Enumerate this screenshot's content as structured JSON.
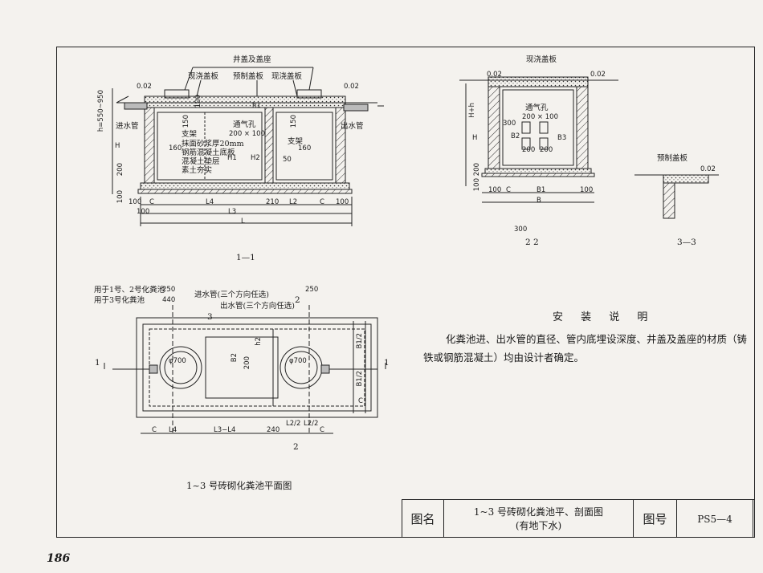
{
  "section_1_1": {
    "caption": "1—1",
    "labels": {
      "cover_seat": "井盖及盖座",
      "cast_slab_left": "现浇盖板",
      "precast_slab": "预制盖板",
      "cast_slab_right": "现浇盖板",
      "inlet_pipe": "进水管",
      "outlet_pipe": "出水管",
      "vent_hole": "通气孔",
      "vent_size": "200 × 100",
      "bracket_left": "支架",
      "bracket_right": "支架",
      "layer_mortar": "抹面砂浆厚20mm",
      "layer_rc_slab": "钢筋混凝土底板",
      "layer_concrete": "混凝土垫层",
      "layer_soil": "素土夯实",
      "slope_left": "0.02",
      "slope_right": "0.02",
      "depth": "h=550~950"
    },
    "dims": {
      "d100a": "100",
      "d150a": "150",
      "d160a": "160",
      "d200": "200",
      "d100b": "100",
      "dH": "H",
      "dh1": "h1",
      "dH1": "H1",
      "dH2": "H2",
      "d150b": "150",
      "d160b": "160",
      "d50": "50",
      "d100c": "100",
      "dC1": "C",
      "dL4": "L4",
      "d210": "210",
      "dL2": "L2",
      "dC2": "C",
      "d100d": "100",
      "dL3": "L3",
      "dL": "L",
      "d100e": "100"
    }
  },
  "section_2_2": {
    "caption": "2    2",
    "labels": {
      "cast_slab": "现浇盖板",
      "vent_hole": "通气孔",
      "vent_size": "200 × 100",
      "slope_left": "0.02",
      "slope_right": "0.02",
      "d300": "300",
      "d200a": "200",
      "d200b": "200",
      "d300b": "300"
    },
    "dims": {
      "dHh": "H+h",
      "dH": "H",
      "dB1": "B1",
      "dB": "B",
      "dC": "C",
      "d100a": "100",
      "d100b": "100",
      "d100c": "100",
      "d200": "200",
      "dB2": "B2",
      "dB3": "B3"
    }
  },
  "section_3_3": {
    "caption": "3—3",
    "labels": {
      "precast_slab": "预制盖板",
      "slope": "0.02"
    }
  },
  "plan_view": {
    "caption": "1~3 号砖砌化粪池平面图",
    "labels": {
      "note_1_2": "用于1号、2号化粪池",
      "note_3": "用于3号化粪池",
      "inlet_pipe": "进水管(三个方向任选)",
      "outlet_pipe": "出水管(三个方向任选)",
      "manhole_left": "φ700",
      "manhole_right": "φ700",
      "sec1_left": "1",
      "sec1_right": "1",
      "sec2_top": "2",
      "sec2_bottom": "2",
      "sec3": "3"
    },
    "dims": {
      "d250a": "250",
      "d440": "440",
      "d250b": "250",
      "dC1": "C",
      "dL4": "L4",
      "dL3L4": "L3−L4",
      "d240": "240",
      "dL2a": "L2/2",
      "dL2b": "L2/2",
      "dC2": "C",
      "dB1a": "B1/2",
      "dB1b": "B1/2",
      "dC3": "C",
      "dB2": "B2",
      "d200": "200",
      "dh2": "h2"
    }
  },
  "notes": {
    "title": "安 装 说 明",
    "body": "化粪池进、出水管的直径、管内底埋设深度、井盖及盖座的材质（铸铁或钢筋混凝土）均由设计者确定。"
  },
  "title_block": {
    "name_label": "图名",
    "name_value_line1": "1~3 号砖砌化粪池平、剖面图",
    "name_value_line2": "(有地下水)",
    "number_label": "图号",
    "number_value": "PS5—4"
  },
  "page_number": "186"
}
